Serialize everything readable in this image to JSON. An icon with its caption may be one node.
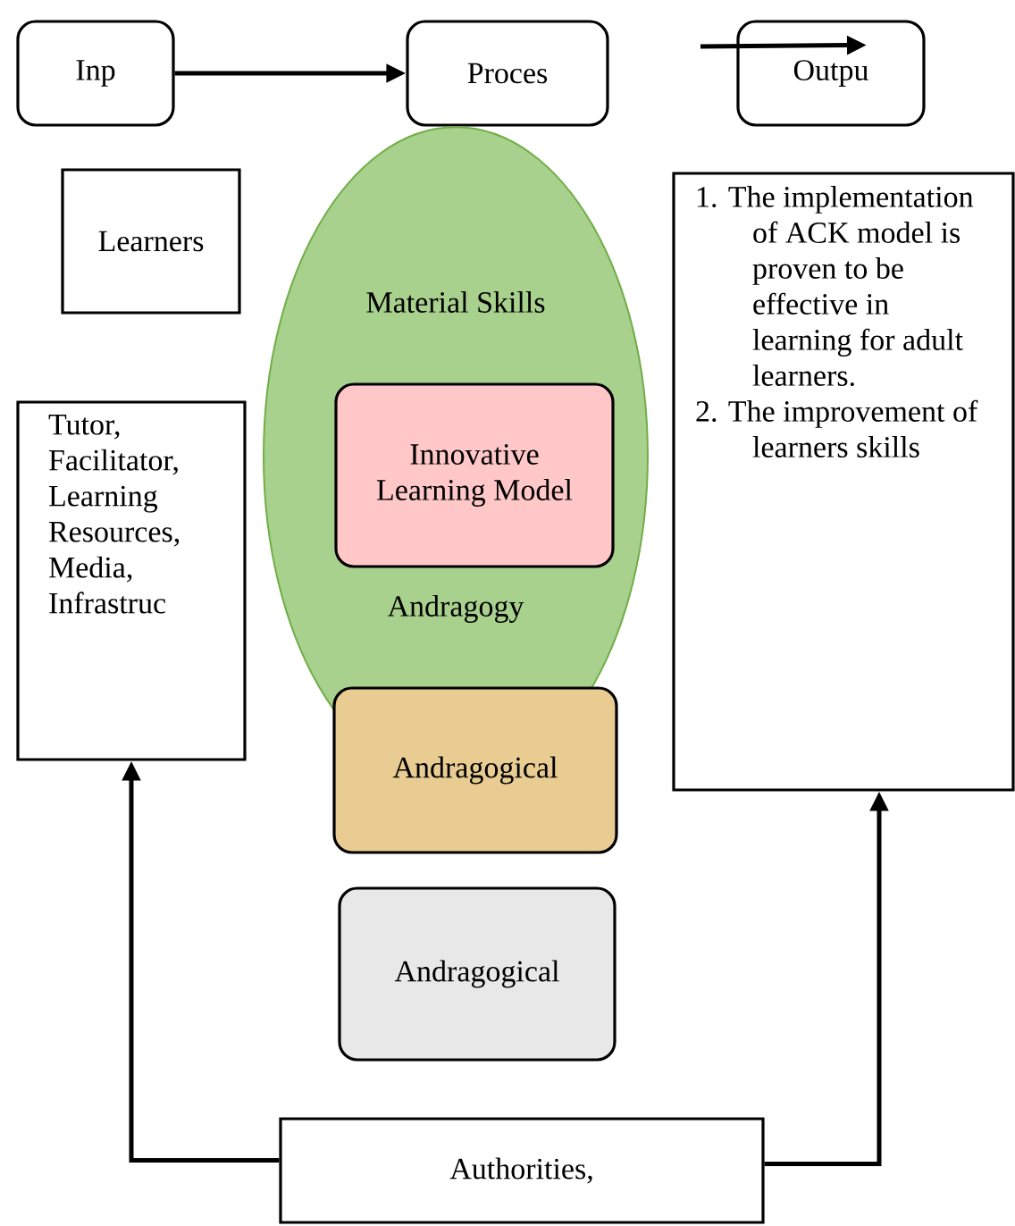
{
  "diagram": {
    "nodes": [
      {
        "text": [
          "Inp"
        ]
      },
      {
        "text": [
          "Proces"
        ]
      },
      {
        "text": [
          "Outpu"
        ]
      },
      {
        "text": [
          "Learners"
        ]
      },
      {
        "text": [
          "Tutor, Facilitator, Learning Resources, Media, Infrastruc"
        ]
      },
      {
        "text": [
          "Material Skills",
          "Andragogy"
        ]
      },
      {
        "text": [
          "Innovative Learning Model"
        ],
        "in": 5
      },
      {
        "text": [
          "Andragogical"
        ]
      },
      {
        "text": [
          "Andragogical"
        ]
      },
      {
        "text": [
          "Authorities,"
        ]
      },
      {
        "text": [
          "1. The implementation of ACK model is proven to be effective in learning for adult learners.",
          "2. The improvement of learners skills"
        ]
      }
    ],
    "edges": [
      {
        "from": 0,
        "to": 1,
        "arrow": "to"
      },
      {
        "from": null,
        "to": 2,
        "arrow": "to"
      },
      {
        "from": 9,
        "to": 4,
        "arrow": "to"
      },
      {
        "from": 9,
        "to": 10,
        "arrow": "to"
      }
    ]
  }
}
